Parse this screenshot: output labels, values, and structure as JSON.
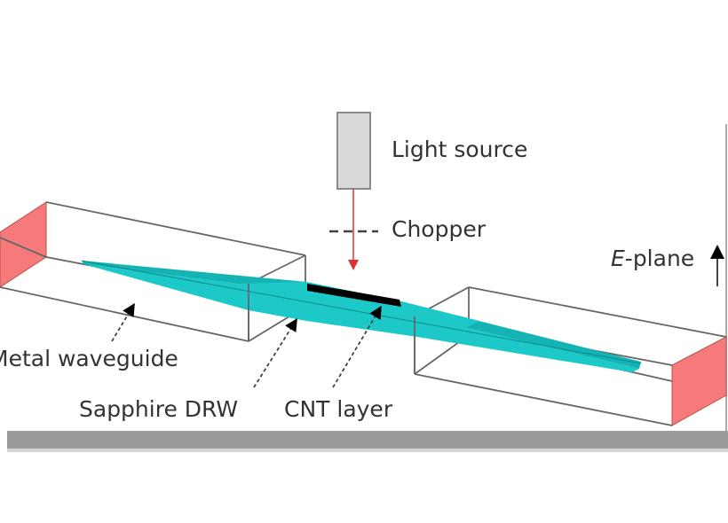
{
  "diagram": {
    "labels": {
      "light_source": "Light source",
      "chopper": "Chopper",
      "e_plane_italic": "E",
      "e_plane_rest": "-plane",
      "metal_waveguide": "Metal waveguide",
      "sapphire_drw": "Sapphire DRW",
      "cnt_layer": "CNT layer"
    },
    "colors": {
      "waveguide_face": "#f77a7a",
      "sapphire": "#1cc8c8",
      "cnt": "#000000",
      "light_source_fill": "#d9d9d9",
      "beam": "#e03030",
      "shadow_bar": "#9a9a9a"
    }
  }
}
